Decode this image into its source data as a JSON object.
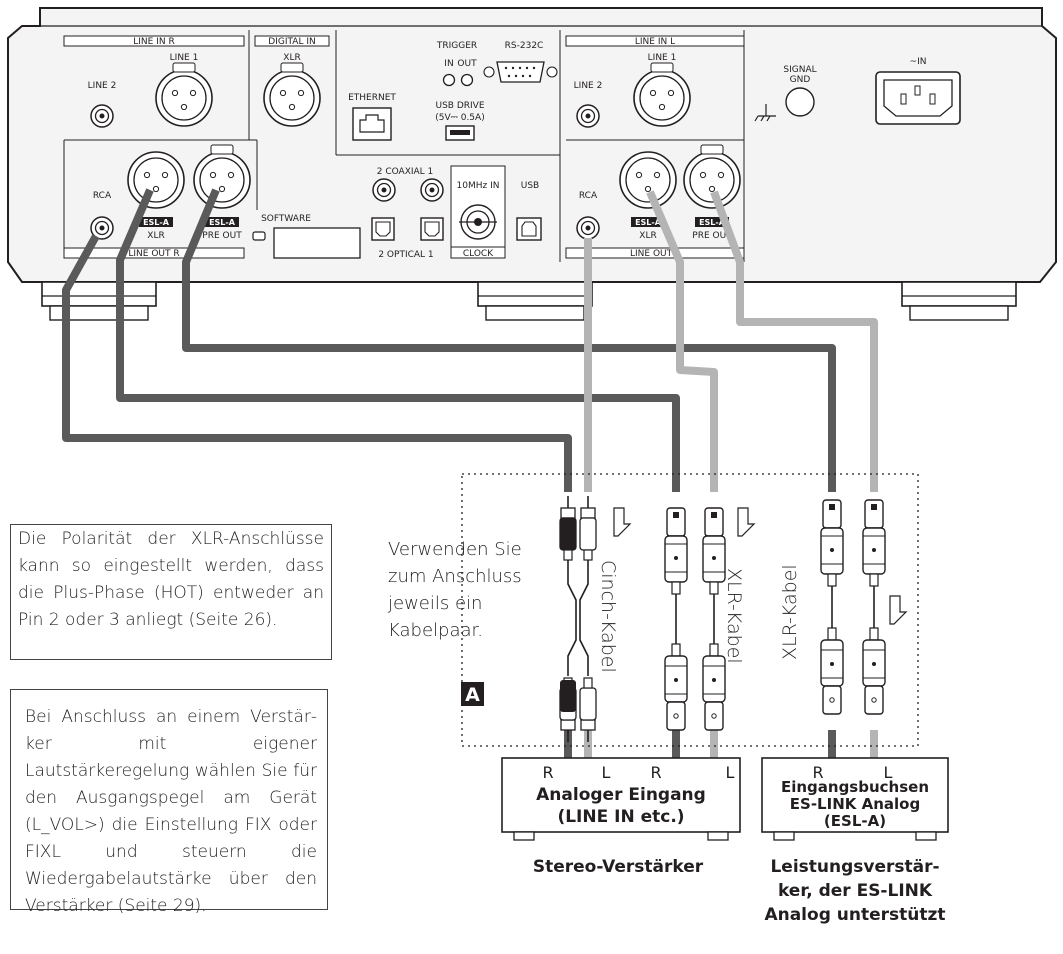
{
  "device": {
    "sections": {
      "line_in_r": "LINE IN  R",
      "digital_in": "DIGITAL IN",
      "line_in_l": "LINE IN  L",
      "line_out_r": "LINE OUT  R",
      "line_out_l": "LINE OUT  L"
    },
    "labels": {
      "line1": "LINE 1",
      "line2": "LINE 2",
      "xlr": "XLR",
      "rca": "RCA",
      "esl_a": "ESL-A",
      "pre_out": "PRE OUT",
      "trigger": "TRIGGER",
      "trigger_in": "IN",
      "trigger_out": "OUT",
      "rs232c": "RS-232C",
      "ethernet": "ETHERNET",
      "usb_drive": "USB DRIVE",
      "usb_drive_spec": "(5V⎓ 0.5A)",
      "coaxial": "2  COAXIAL  1",
      "optical": "2   OPTICAL   1",
      "tenmhz_in": "10MHz IN",
      "clock": "CLOCK",
      "usb": "USB",
      "software": "SOFTWARE",
      "signal_gnd_1": "SIGNAL",
      "signal_gnd_2": "GND",
      "ac_in": "~IN"
    }
  },
  "cables": {
    "cinch": "Cinch-Kabel",
    "xlr1": "XLR-Kabel",
    "xlr2": "XLR-Kabel",
    "group_marker": "A"
  },
  "connect_note": [
    "Verwenden Sie",
    "zum Anschluss",
    "jeweils ein",
    "Kabelpaar."
  ],
  "amplifiers": {
    "stereo": {
      "r1": "R",
      "l1": "L",
      "r2": "R",
      "l2": "L",
      "input_1": "Analoger Eingang",
      "input_2": "(LINE IN etc.)",
      "caption": "Stereo-Verstärker"
    },
    "power": {
      "r": "R",
      "l": "L",
      "input_1": "Eingangsbuchsen",
      "input_2": "ES-LINK Analog",
      "input_3": "(ESL-A)",
      "caption_1": "Leistungsverstär-",
      "caption_2": "ker, der ES-LINK",
      "caption_3": "Analog unterstützt"
    }
  },
  "notes": {
    "polarity": "Die Polarität der XLR-Anschlüsse kann so eingestellt werden, dass die Plus-Phase (HOT) entweder an Pin 2 oder 3 anliegt (Seite 26).",
    "volume": "Bei Anschluss an einem Verstär­ker mit eigener Lautstärkeregelung wählen Sie für den Ausgangs­pegel am Gerät (L_VOL>) die Einstellung FIX oder FIXL und steu­ern die Wiedergabelautstärke über den Verstärker (Seite 29)."
  },
  "colors": {
    "dark_cable": "#5a5a5a",
    "light_cable": "#b4b4b4",
    "device_fill": "#f4f4f4",
    "line": "#231f20"
  }
}
